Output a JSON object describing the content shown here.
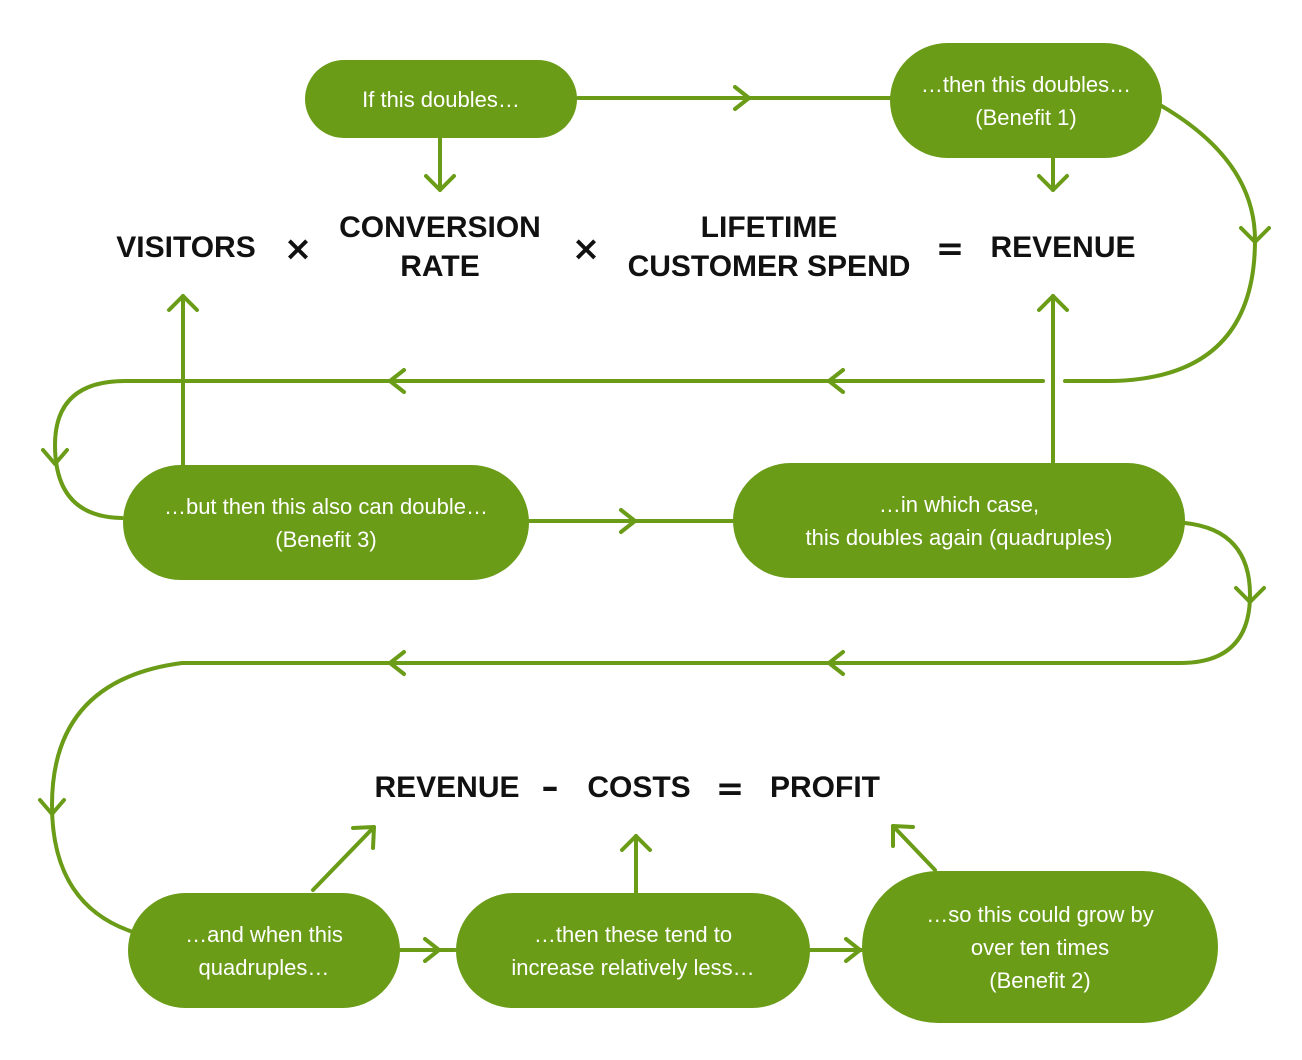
{
  "equation1": {
    "visitors": "VISITORS",
    "times1": "×",
    "conversion_line1": "CONVERSION",
    "conversion_line2": "RATE",
    "times2": "×",
    "lifetime_line1": "LIFETIME",
    "lifetime_line2": "CUSTOMER SPEND",
    "equals": "=",
    "revenue": "REVENUE"
  },
  "equation2": {
    "revenue": "REVENUE",
    "minus": "–",
    "costs": "COSTS",
    "equals": "=",
    "profit": "PROFIT"
  },
  "steps": {
    "if_doubles": {
      "line1": "If this doubles…"
    },
    "then_doubles": {
      "line1": "…then this doubles…",
      "line2": "(Benefit 1)"
    },
    "also_double": {
      "line1": "…but then this also can double…",
      "line2": "(Benefit 3)"
    },
    "quadruples": {
      "line1": "…in which case,",
      "line2": "this doubles again (quadruples)"
    },
    "when_quadruples": {
      "line1": "…and when this",
      "line2": "quadruples…"
    },
    "increase_less": {
      "line1": "…then these tend to",
      "line2": "increase relatively less…"
    },
    "grow_ten": {
      "line1": "…so this could grow by",
      "line2": "over ten times",
      "line3": "(Benefit 2)"
    }
  },
  "colors": {
    "accent": "#6a9c18",
    "text": "#111111",
    "background": "#ffffff"
  }
}
